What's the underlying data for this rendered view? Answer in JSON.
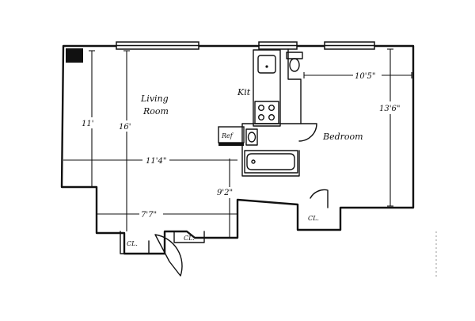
{
  "rooms": {
    "living_room_line1": "Living",
    "living_room_line2": "Room",
    "kitchen": "Kit",
    "bedroom": "Bedroom",
    "refrigerator": "Ref",
    "closet_1": "CL.",
    "closet_2": "CL.",
    "closet_3": "CL."
  },
  "dimensions": {
    "living_height_left": "11'",
    "living_height_inner": "16'",
    "living_width": "11'4\"",
    "hall_width": "7'7\"",
    "hall_depth": "9'2\"",
    "bedroom_width": "10'5\"",
    "bedroom_height": "13'6\""
  }
}
